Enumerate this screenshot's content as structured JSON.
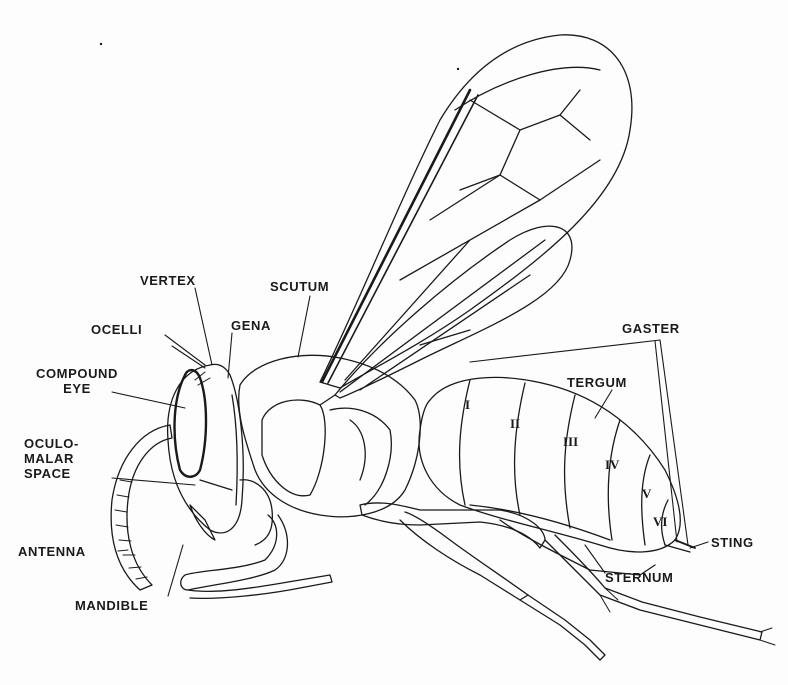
{
  "labels": {
    "vertex": "VERTEX",
    "scutum": "SCUTUM",
    "ocelli": "OCELLI",
    "gena": "GENA",
    "compound_eye": "COMPOUND\nEYE",
    "oculo_malar_space": "OCULO-\nMALAR\nSPACE",
    "antenna": "ANTENNA",
    "mandible": "MANDIBLE",
    "gaster": "GASTER",
    "tergum": "TERGUM",
    "sting": "STING",
    "sternum": "STERNUM"
  },
  "segments": [
    "I",
    "II",
    "III",
    "IV",
    "V",
    "VI"
  ],
  "colors": {
    "ink": "#1a1a1a",
    "paper": "#fdfdfd"
  }
}
